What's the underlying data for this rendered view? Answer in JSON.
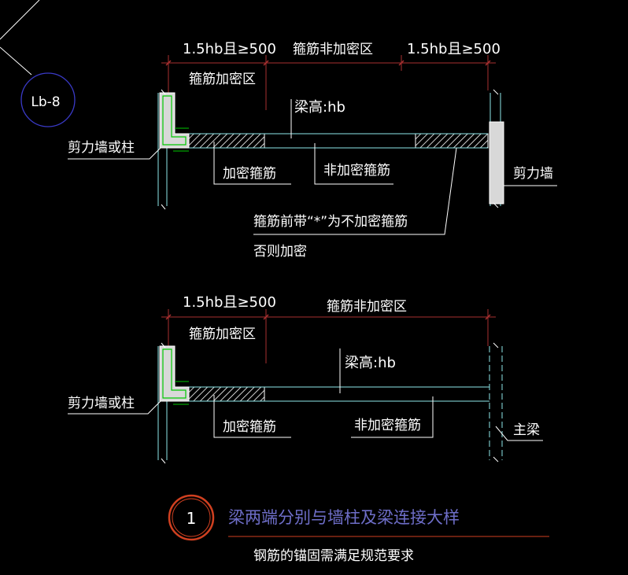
{
  "colors": {
    "background": "#000000",
    "white": "#ffffff",
    "cyan": "#8ee7ea",
    "green": "#00c800",
    "red_dim": "#a83030",
    "wall_fill": "#d8d8d8",
    "title_blue": "#6e6ec8",
    "circle_red": "#d04020",
    "marker_blue": "#3a3ac8"
  },
  "marker": {
    "label": "Lb-8"
  },
  "upper": {
    "dim_left": "1.5hb且≥500",
    "dim_mid": "箍筋非加密区",
    "dim_right": "1.5hb且≥500",
    "zone_dense": "箍筋加密区",
    "beam_height": "梁高:hb",
    "left_support": "剪力墙或柱",
    "dense_stirrup": "加密箍筋",
    "nondense_stirrup": "非加密箍筋",
    "right_support": "剪力墙",
    "note_line1": "箍筋前带“*”为不加密箍筋",
    "note_line2": "否则加密"
  },
  "lower": {
    "dim_left": "1.5hb且≥500",
    "dim_mid": "箍筋非加密区",
    "zone_dense": "箍筋加密区",
    "beam_height": "梁高:hb",
    "left_support": "剪力墙或柱",
    "dense_stirrup": "加密箍筋",
    "nondense_stirrup": "非加密箍筋",
    "right_support": "主梁"
  },
  "title": {
    "number": "1",
    "text": "梁两端分别与墙柱及梁连接大样",
    "subtitle": "钢筋的锚固需满足规范要求"
  }
}
